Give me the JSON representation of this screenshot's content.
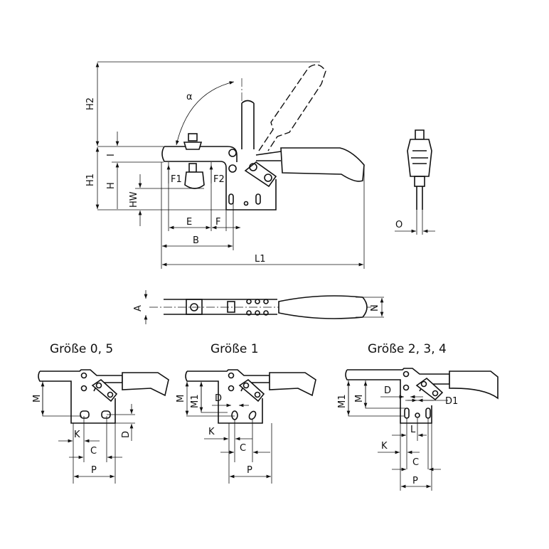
{
  "main_view": {
    "labels": {
      "H2": "H2",
      "H1": "H1",
      "I": "I",
      "H": "H",
      "HW": "HW",
      "F1": "F1",
      "F2": "F2",
      "E": "E",
      "F": "F",
      "B": "B",
      "L1": "L1",
      "alpha": "α"
    }
  },
  "side_view": {
    "labels": {
      "O": "O"
    }
  },
  "top_view": {
    "labels": {
      "A": "A",
      "N": "N"
    }
  },
  "variants": [
    {
      "title": "Größe 0, 5",
      "labels": {
        "M": "M",
        "K": "K",
        "C": "C",
        "P": "P",
        "D": "D"
      }
    },
    {
      "title": "Größe 1",
      "labels": {
        "M": "M",
        "M1": "M1",
        "D": "D",
        "K": "K",
        "C": "C",
        "P": "P"
      }
    },
    {
      "title": "Größe 2, 3, 4",
      "labels": {
        "M1": "M1",
        "M": "M",
        "D": "D",
        "D1": "D1",
        "L": "L",
        "K": "K",
        "C": "C",
        "P": "P"
      }
    }
  ]
}
